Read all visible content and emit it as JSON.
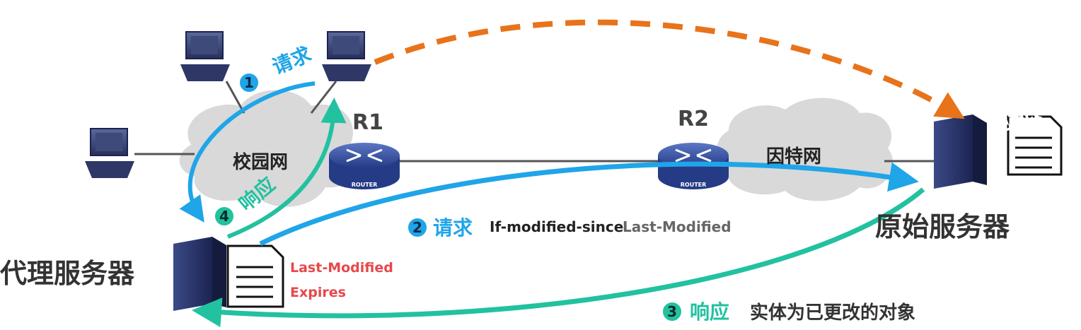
{
  "labels": {
    "campus_net": "校园网",
    "internet": "因特网",
    "router1": "R1",
    "router2": "R2",
    "router_badge": "ROUTER",
    "proxy_server": "代理服务器",
    "origin_server": "原始服务器",
    "modified_tag": "已更改"
  },
  "steps": [
    {
      "num": "1",
      "label": "请求"
    },
    {
      "num": "2",
      "label": "请求",
      "header_name": "If-modified-since",
      "header_value": "Last-Modified"
    },
    {
      "num": "3",
      "label": "响应",
      "detail": "实体为已更改的对象"
    },
    {
      "num": "4",
      "label": "响应"
    }
  ],
  "proxy_doc": {
    "line1": "Last-Modified",
    "line2": "Expires"
  },
  "colors": {
    "request": "#1fa5e8",
    "response": "#22c1a0",
    "direct": "#e8731a",
    "highlight": "#e8474b",
    "text": "#333333",
    "cloud": "#d8d8d8"
  }
}
